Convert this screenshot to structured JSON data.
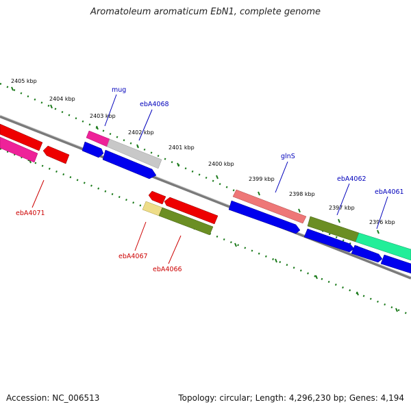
{
  "title": "Aromatoleum aromaticum EbN1, complete genome",
  "footer": {
    "accession": "Accession: NC_006513",
    "topology": "Topology: circular; Length: 4,296,230 bp; Genes: 4,194"
  },
  "scale": {
    "unit": "kbp",
    "ticks": [
      {
        "label": "2405 kbp",
        "kb": 2405
      },
      {
        "label": "2404 kbp",
        "kb": 2404
      },
      {
        "label": "2403 kbp",
        "kb": 2403
      },
      {
        "label": "2402 kbp",
        "kb": 2402
      },
      {
        "label": "2401 kbp",
        "kb": 2401
      },
      {
        "label": "2400 kbp",
        "kb": 2400
      },
      {
        "label": "2399 kbp",
        "kb": 2399
      },
      {
        "label": "2398 kbp",
        "kb": 2398
      },
      {
        "label": "2397 kbp",
        "kb": 2397
      },
      {
        "label": "2396 kbp",
        "kb": 2396
      }
    ]
  },
  "genes": [
    {
      "name": "mug",
      "strand": "plus",
      "color": "#0000bb"
    },
    {
      "name": "ebA4068",
      "strand": "plus",
      "color": "#0000bb"
    },
    {
      "name": "glnS",
      "strand": "plus",
      "color": "#0000bb"
    },
    {
      "name": "ebA4062",
      "strand": "plus",
      "color": "#0000bb"
    },
    {
      "name": "ebA4061",
      "strand": "plus",
      "color": "#0000bb"
    },
    {
      "name": "ebA4071",
      "strand": "minus",
      "color": "#cc0000"
    },
    {
      "name": "ebA4067",
      "strand": "minus",
      "color": "#cc0000"
    },
    {
      "name": "ebA4066",
      "strand": "minus",
      "color": "#cc0000"
    }
  ],
  "colors": {
    "backbone": "#7a7a7a",
    "tick": "#1a7a1a",
    "cds_plus": "#0000ee",
    "cds_minus": "#ee0000",
    "magenta": "#ee2299",
    "gray": "#c0c0c0",
    "salmon": "#ee7777",
    "olive": "#6b8e23",
    "khaki": "#eedd88",
    "spring": "#22ee99"
  }
}
